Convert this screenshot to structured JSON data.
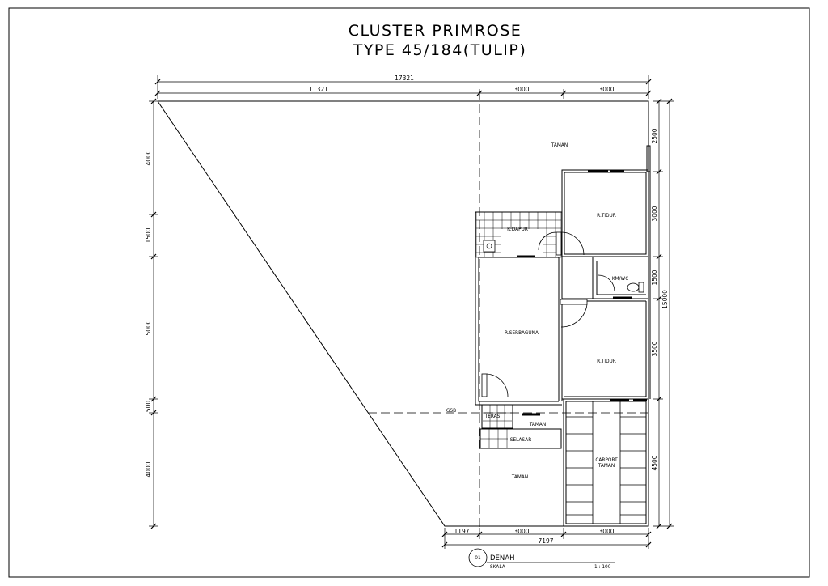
{
  "title": {
    "line1": "CLUSTER PRIMROSE",
    "line2": "TYPE 45/184(TULIP)"
  },
  "dimensions": {
    "top_total": "17321",
    "top_left": "11321",
    "top_mid": "3000",
    "top_right": "3000",
    "left_1": "4000",
    "left_2": "1500",
    "left_3": "5000",
    "left_4": "500",
    "left_5": "4000",
    "right_1": "2500",
    "right_2": "3000",
    "right_3": "1500",
    "right_4": "3500",
    "right_5": "4500",
    "right_total": "15000",
    "bottom_1": "1197",
    "bottom_2": "3000",
    "bottom_3": "3000",
    "bottom_total": "7197"
  },
  "rooms": {
    "taman_top": "TAMAN",
    "tidur_1": "R.TIDUR",
    "dapur": "R.DAPUR",
    "kmwc": "KM/WC",
    "serbaguna": "R.SERBAGUNA",
    "tidur_2": "R.TIDUR",
    "gsb": "GSB",
    "teras": "TERAS",
    "taman_mid": "TAMAN",
    "selasar": "SELASAR",
    "carport_1": "CARPORT",
    "carport_2": "TAMAN",
    "taman_bottom": "TAMAN"
  },
  "title_block": {
    "number": "01",
    "name": "DENAH",
    "scale_label": "SKALA",
    "scale_value": "1 : 100"
  }
}
